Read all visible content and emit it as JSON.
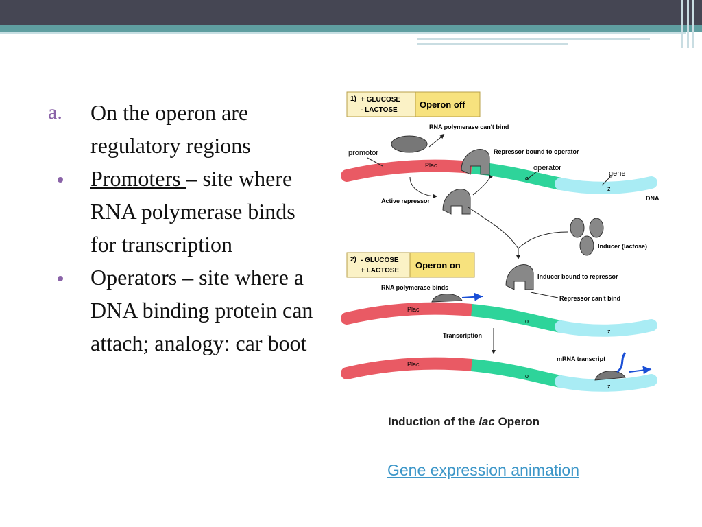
{
  "slide": {
    "bullets": [
      {
        "marker": "a.",
        "text": "On the operon are regulatory regions"
      },
      {
        "lead": "Promoters ",
        "text": "– site where RNA polymerase binds for transcription"
      },
      {
        "lead": "Operators",
        "text": " – site where a DNA binding protein can attach; analogy: car boot"
      }
    ],
    "link": "Gene expression animation"
  },
  "diagram": {
    "step1": {
      "num": "1)",
      "glucose": "+ GLUCOSE",
      "lactose": "-  LACTOSE",
      "state": "Operon off"
    },
    "step2": {
      "num": "2)",
      "glucose": "- GLUCOSE",
      "lactose": "+ LACTOSE",
      "state": "Operon on"
    },
    "labels": {
      "polymerase_cant_bind": "RNA polymerase can't bind",
      "repressor_bound": "Repressor bound to operator",
      "promotor": "promotor",
      "operator": "operator",
      "gene": "gene",
      "dna": "DNA",
      "plac": "Plac",
      "o": "o",
      "z": "z",
      "active_repressor": "Active repressor",
      "inducer": "Inducer (lactose)",
      "inducer_bound": "Inducer bound to repressor",
      "polymerase_binds": "RNA polymerase binds",
      "repressor_cant_bind": "Repressor can't bind",
      "transcription": "Transcription",
      "mrna": "mRNA transcript"
    },
    "caption": {
      "pre": "Induction of the ",
      "italic": "lac",
      "post": " Operon"
    }
  }
}
